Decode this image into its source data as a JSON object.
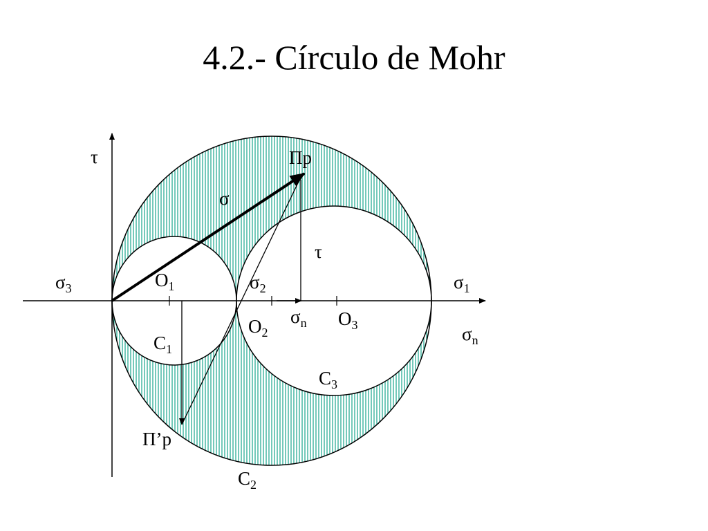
{
  "title": "4.2.- Círculo de Mohr",
  "colors": {
    "hatch": "#17a58c",
    "hatch_bg": "#ffffff",
    "ink": "#000000"
  },
  "labels": {
    "tau_axis": "τ",
    "pi_p": "Πp",
    "sigma": "σ",
    "tau": "τ",
    "sigma3": {
      "base": "σ",
      "sub": "3"
    },
    "o1": {
      "base": "O",
      "sub": "1"
    },
    "sigma2": {
      "base": "σ",
      "sub": "2"
    },
    "sigma1": {
      "base": "σ",
      "sub": "1"
    },
    "sigma_n_inner": {
      "base": "σ",
      "sub": "n"
    },
    "o2": {
      "base": "O",
      "sub": "2"
    },
    "o3": {
      "base": "O",
      "sub": "3"
    },
    "sigma_n_axis": {
      "base": "σ",
      "sub": "n"
    },
    "c1": {
      "base": "C",
      "sub": "1"
    },
    "c3": {
      "base": "C",
      "sub": "3"
    },
    "pi_prime_p": "Π’p",
    "c2": {
      "base": "C",
      "sub": "2"
    }
  }
}
